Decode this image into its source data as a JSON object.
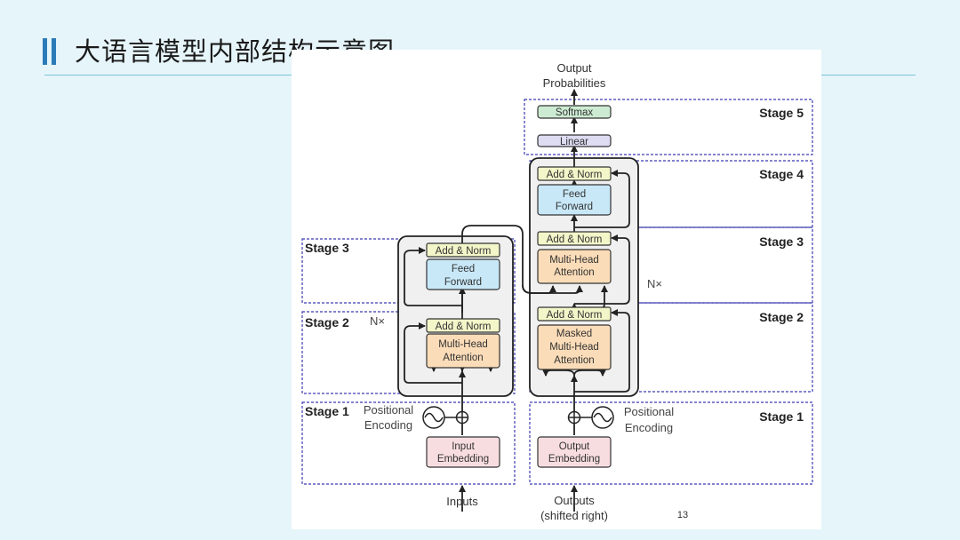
{
  "slide": {
    "title": "大语言模型内部结构示意图",
    "page_number": "13"
  },
  "diagram": {
    "output_label": [
      "Output",
      "Probabilities"
    ],
    "inputs_label": "Inputs",
    "outputs_label": [
      "Outputs",
      "(shifted right)"
    ],
    "enc_stages": [
      "Stage 1",
      "Stage 2",
      "Stage 3"
    ],
    "dec_stages": [
      "Stage 1",
      "Stage 2",
      "Stage 3",
      "Stage 4",
      "Stage 5"
    ],
    "enc_nx": "N×",
    "dec_nx": "N×",
    "positional_encoding": [
      "Positional",
      "Encoding"
    ],
    "enc_blocks": {
      "embedding": [
        "Input",
        "Embedding"
      ],
      "attention": [
        "Multi-Head",
        "Attention"
      ],
      "add_norm": "Add & Norm",
      "feed_forward": [
        "Feed",
        "Forward"
      ]
    },
    "dec_blocks": {
      "embedding": [
        "Output",
        "Embedding"
      ],
      "masked_attention": [
        "Masked",
        "Multi-Head",
        "Attention"
      ],
      "attention": [
        "Multi-Head",
        "Attention"
      ],
      "add_norm": "Add & Norm",
      "feed_forward": [
        "Feed",
        "Forward"
      ],
      "linear": "Linear",
      "softmax": "Softmax"
    },
    "colors": {
      "embedding": "#f8dde0",
      "attention": "#fbdcb8",
      "add_norm": "#f3f6c8",
      "feed_forward": "#c8e8f8",
      "linear": "#dedcf2",
      "softmax": "#cdebd2",
      "stage_border": "#3b3bb0"
    }
  }
}
